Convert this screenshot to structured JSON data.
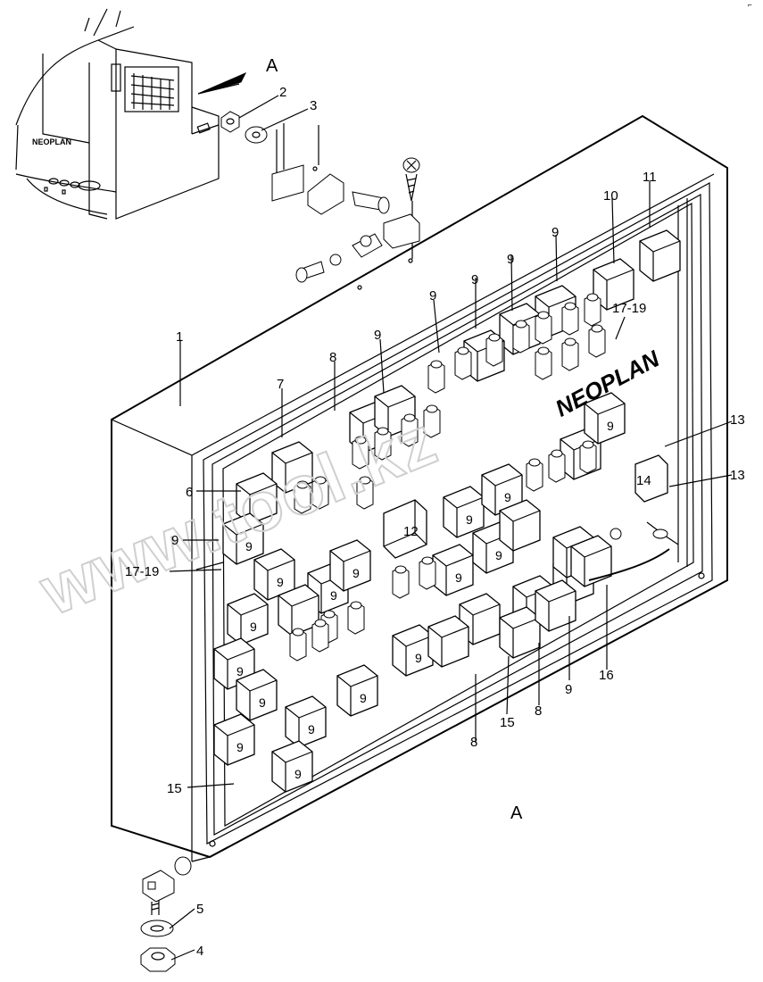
{
  "diagram": {
    "view_arrow_label": "A",
    "bottom_view_label": "A",
    "corner_mark": "⌐",
    "brand_on_bus": "NEOPLAN",
    "brand_on_board": "NEOPLAN",
    "watermark": "www.tool.kz",
    "callouts": {
      "p1": "1",
      "p2": "2",
      "p3": "3",
      "p4": "4",
      "p5": "5",
      "p6": "6",
      "p7": "7",
      "p8a": "8",
      "p8b": "8",
      "p8c": "8",
      "p9_top1": "9",
      "p9_top2": "9",
      "p9_top3": "9",
      "p9_top4": "9",
      "p9_top5": "9",
      "p9_left": "9",
      "p9_bottom": "9",
      "p10": "10",
      "p11": "11",
      "p12": "12",
      "p13a": "13",
      "p13b": "13",
      "p14": "14",
      "p15a": "15",
      "p15b": "15",
      "p16": "16",
      "p1719a": "17-19",
      "p1719b": "17-19"
    },
    "relay_numbers": {
      "r9": "9",
      "r12": "12",
      "r14": "14"
    }
  }
}
